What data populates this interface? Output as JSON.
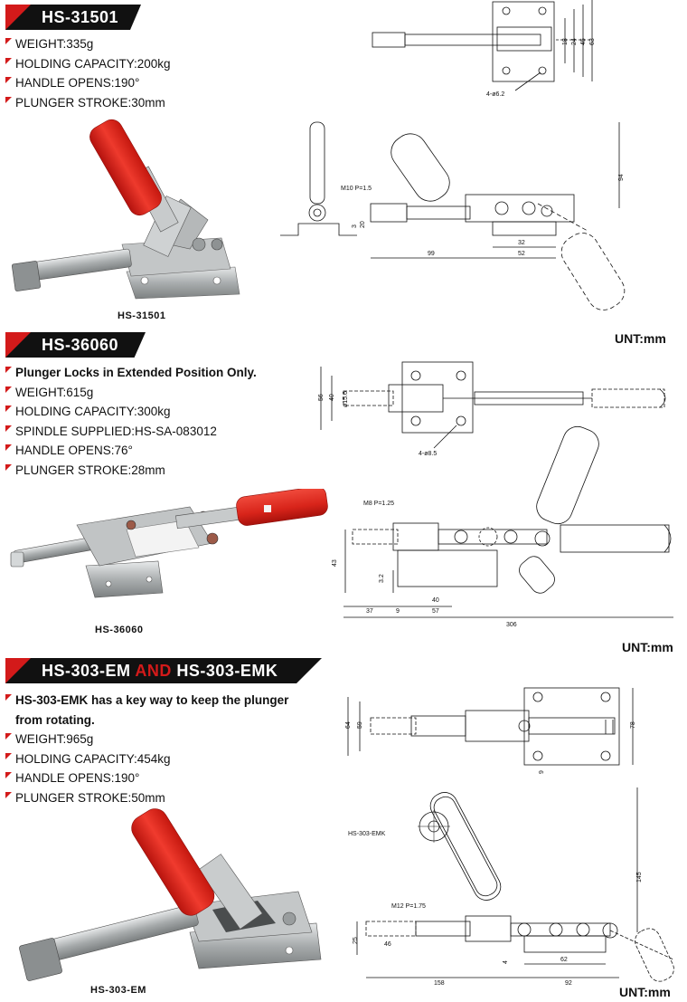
{
  "products": [
    {
      "model": "HS-31501",
      "specs": [
        "WEIGHT:335g",
        "HOLDING CAPACITY:200kg",
        "HANDLE OPENS:190°",
        "PLUNGER STROKE:30mm"
      ],
      "caption": "HS-31501",
      "unit": "UNT:mm",
      "dims_top": {
        "holes": "4-ø6.2",
        "d1": "18",
        "d2": "24",
        "d3": "45",
        "d4": "63"
      },
      "dims_side": {
        "thread": "M10 P=1.5",
        "h1": "3",
        "h2": "20",
        "height": "94",
        "w1": "32",
        "w2": "52",
        "w3": "99"
      }
    },
    {
      "model": "HS-36060",
      "specs_bold": [
        "Plunger Locks in Extended Position Only."
      ],
      "specs": [
        "WEIGHT:615g",
        "HOLDING CAPACITY:300kg",
        "SPINDLE SUPPLIED:HS-SA-083012",
        "HANDLE OPENS:76°",
        "PLUNGER STROKE:28mm"
      ],
      "caption": "HS-36060",
      "unit": "UNT:mm",
      "dims_top": {
        "holes": "4-ø8.5",
        "d1": "56",
        "d2": "40",
        "d3": "ø15.6"
      },
      "dims_side": {
        "thread": "M8 P=1.25",
        "h1": "43",
        "h2": "3.2",
        "w1": "40",
        "w2": "37",
        "w3": "9",
        "w4": "57",
        "total": "306"
      }
    },
    {
      "model_a": "HS-303-EM",
      "and": "AND",
      "model_b": "HS-303-EMK",
      "specs_bold": [
        "HS-303-EMK has a key way to keep the plunger from rotating."
      ],
      "specs": [
        "WEIGHT:965g",
        "HOLDING CAPACITY:454kg",
        "HANDLE OPENS:190°",
        "PLUNGER STROKE:50mm"
      ],
      "caption": "HS-303-EM",
      "unit": "UNT:mm",
      "keyway_label": "HS-303-EMK",
      "dims_top": {
        "d1": "64",
        "d2": "59",
        "d3": "78",
        "d4": "9"
      },
      "dims_side": {
        "thread": "M12 P=1.75",
        "h1": "25",
        "h2": "46",
        "h3": "4",
        "height": "145",
        "w1": "62",
        "w2": "158",
        "w3": "92"
      }
    }
  ],
  "colors": {
    "accent": "#d31a1a",
    "banner": "#111111",
    "handle": "#e2231a",
    "steel": "#b9bcbd"
  }
}
